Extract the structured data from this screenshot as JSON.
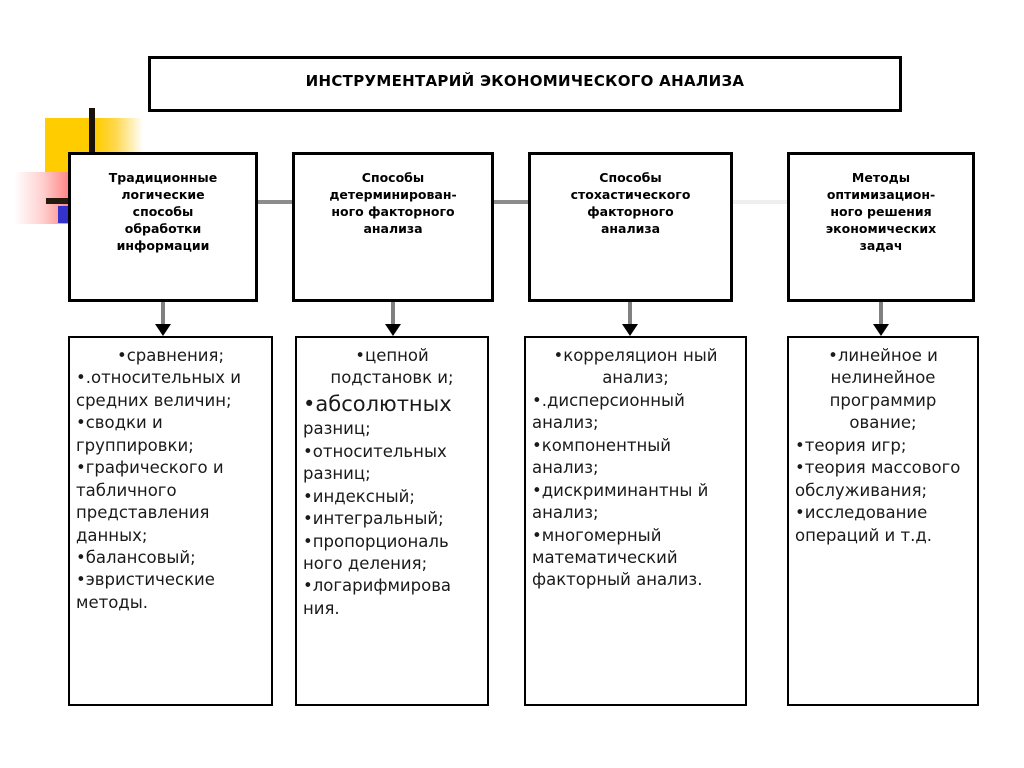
{
  "title": {
    "text": "ИНСТРУМЕНТАРИЙ ЭКОНОМИЧЕСКОГО АНАЛИЗА"
  },
  "colors": {
    "deco_yellow": "#ffcc00",
    "deco_red": "#ff4b4b",
    "deco_blue": "#3333cc",
    "deco_bar": "#1a1208",
    "connector_gray": "#8c8c8c",
    "connector_light": "#efefef",
    "arrow_shaft": "#808080",
    "arrow_head": "#000000",
    "border": "#000000",
    "background": "#ffffff"
  },
  "categories": [
    {
      "id": "traditional-logical",
      "heading": "Традиционные\nлогические\nспособы\nобработки\nинформации",
      "items": [
        {
          "text": "•сравнения;",
          "style": "first"
        },
        {
          "text": "•.относительных и средних величин;",
          "style": "normal"
        },
        {
          "text": "•сводки и группировки;",
          "style": "normal"
        },
        {
          "text": "•графического и табличного представления данных;",
          "style": "normal"
        },
        {
          "text": "•балансовый;",
          "style": "normal"
        },
        {
          "text": "•эвристические методы.",
          "style": "normal"
        }
      ]
    },
    {
      "id": "deterministic-factor",
      "heading": "Способы\nдетерминирован-\nного факторного\nанализа",
      "items": [
        {
          "text": "•цепной подстановк и;",
          "style": "first"
        },
        {
          "text": "•абсолютных",
          "style": "big"
        },
        {
          "text": "разниц;",
          "style": "normal"
        },
        {
          "text": "•относительных разниц;",
          "style": "normal"
        },
        {
          "text": "•индексный;",
          "style": "normal"
        },
        {
          "text": "•интегральный;",
          "style": "normal"
        },
        {
          "text": "•пропорциональ ного деления;",
          "style": "normal"
        },
        {
          "text": "•логарифмирова ния.",
          "style": "normal"
        }
      ]
    },
    {
      "id": "stochastic-factor",
      "heading": "Способы\nстохастического\nфакторного\nанализа",
      "items": [
        {
          "text": "•корреляцион ный анализ;",
          "style": "first"
        },
        {
          "text": "•.дисперсионный анализ;",
          "style": "normal"
        },
        {
          "text": "•компонентный анализ;",
          "style": "normal"
        },
        {
          "text": "•дискриминантны й анализ;",
          "style": "normal"
        },
        {
          "text": "•многомерный математический факторный анализ.",
          "style": "normal"
        }
      ]
    },
    {
      "id": "optimization-methods",
      "heading": "Методы\nоптимизацион-\nного решения\nэкономических\nзадач",
      "items": [
        {
          "text": "•линейное и нелинейное программир ование;",
          "style": "first"
        },
        {
          "text": "•теория игр;",
          "style": "normal"
        },
        {
          "text": "•теория массового обслуживания;",
          "style": "normal"
        },
        {
          "text": "•исследование операций и т.д.",
          "style": "normal"
        }
      ]
    }
  ]
}
